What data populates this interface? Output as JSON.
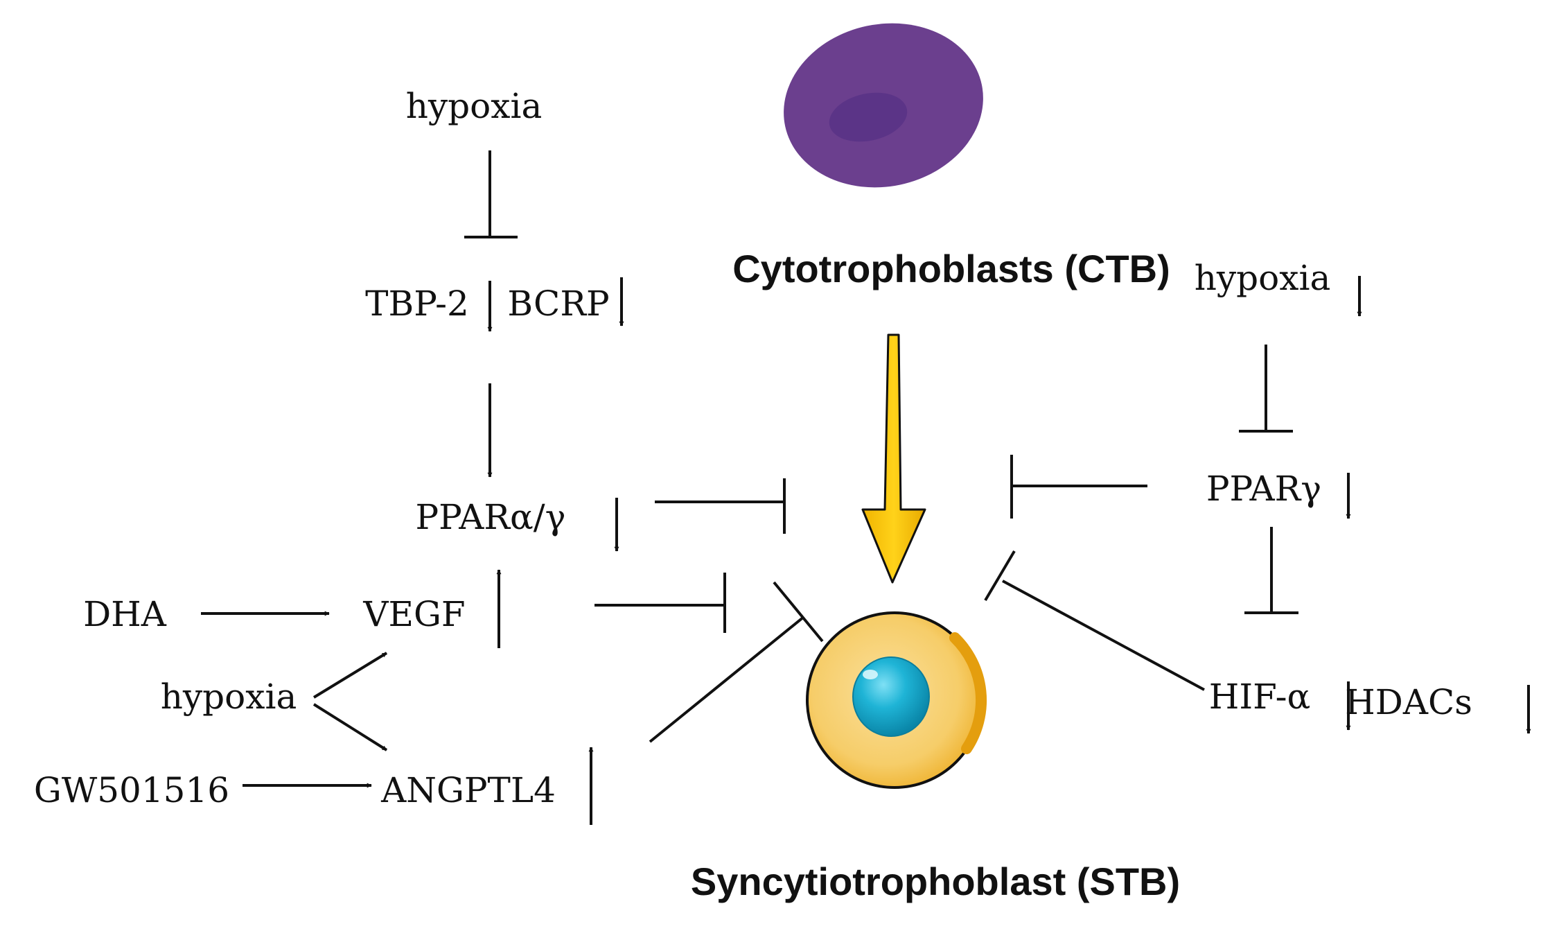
{
  "labels": {
    "ctb_title": "Cytotrophoblasts (CTB)",
    "stb_title": "Syncytiotrophoblast (STB)",
    "hypoxia_top": "hypoxia",
    "tbp2": "TBP-2",
    "bcrp": "BCRP",
    "ppar_ag": "PPARα/γ",
    "dha": "DHA",
    "vegf": "VEGF",
    "hypoxia_left": "hypoxia",
    "gw501516": "GW501516",
    "angptl4": "ANGPTL4",
    "hypoxia_right": "hypoxia",
    "ppar_g": "PPARγ",
    "hif_a": "HIF-α",
    "hdacs": "HDACs"
  },
  "colors": {
    "ctb_cell": "#6b3f8e",
    "ctb_nucleus": "#5b3487",
    "stb_cell_fill": "#f7cf6e",
    "stb_cell_rim": "#e9a816",
    "stb_nucleus": "#16a0c4",
    "differentiation_arrow": "#f8c300",
    "line": "#111111"
  },
  "icons": {
    "ctb_cell": "purple-oval-cell-icon",
    "stb_cell": "yellow-round-cell-icon"
  }
}
